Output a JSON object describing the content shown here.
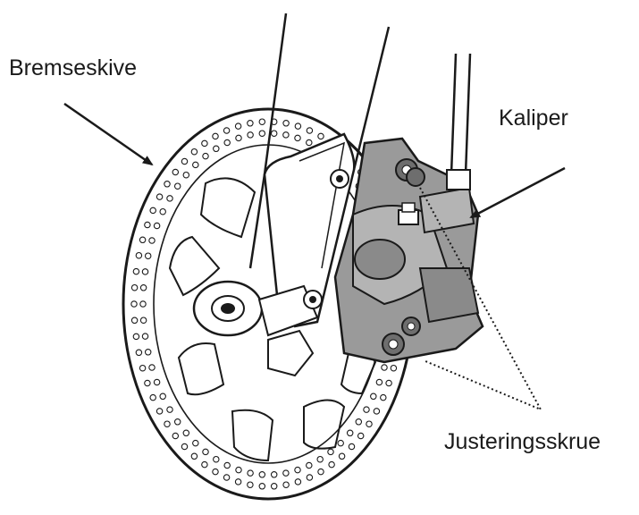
{
  "labels": {
    "disc": "Bremseskive",
    "caliper": "Kaliper",
    "screw": "Justeringsskrue"
  },
  "colors": {
    "line": "#1a1a1a",
    "caliper_fill": "#9a9a9a",
    "caliper_dark": "#6e6e6e",
    "background": "#ffffff"
  }
}
